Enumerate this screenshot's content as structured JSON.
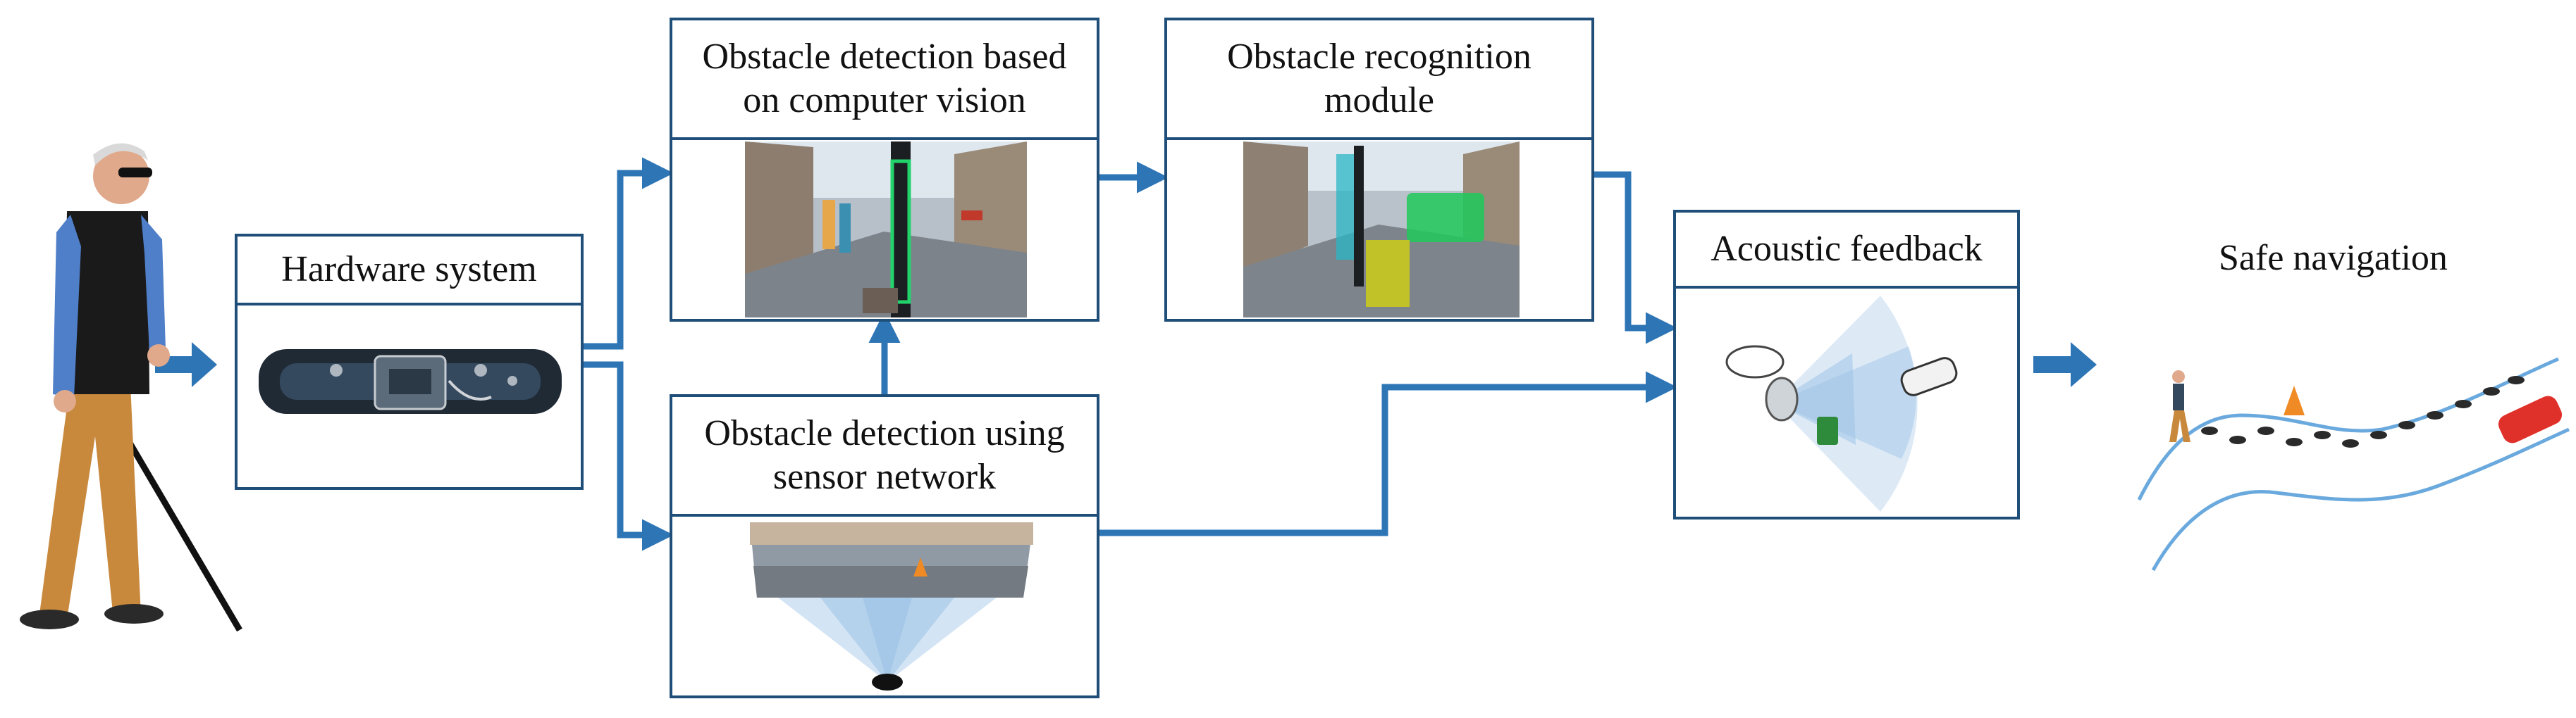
{
  "diagram": {
    "boxes": {
      "hardware": {
        "title": "Hardware system"
      },
      "cv_detection": {
        "title": "Obstacle detection based\non computer vision"
      },
      "recognition": {
        "title": "Obstacle recognition\nmodule"
      },
      "sensor_detection": {
        "title": "Obstacle detection using\nsensor network"
      },
      "acoustic": {
        "title": "Acoustic feedback"
      }
    },
    "safe_navigation": {
      "label": "Safe navigation"
    },
    "colors": {
      "border": "#1f4e79",
      "arrow": "#2e75b6",
      "beam": "#9dc3e6"
    }
  }
}
